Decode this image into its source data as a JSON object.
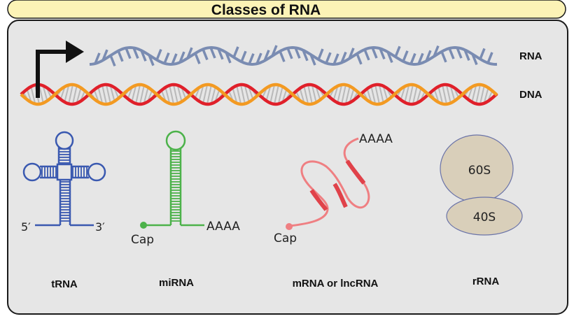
{
  "title": "Classes of RNA",
  "tracks": {
    "rna": "RNA",
    "dna": "DNA"
  },
  "trna": {
    "label": "tRNA",
    "end5": "5′",
    "end3": "3′"
  },
  "mirna": {
    "label": "miRNA",
    "cap": "Cap",
    "tail": "AAAA"
  },
  "mrna": {
    "label": "mRNA or lncRNA",
    "cap": "Cap",
    "tail": "AAAA"
  },
  "rrna": {
    "label": "rRNA",
    "large": "60S",
    "small": "40S"
  },
  "colors": {
    "banner": "#fcf3b6",
    "panel": "#e6e6e6",
    "rna": "#7a8cb2",
    "dna_a": "#e0202a",
    "dna_b": "#f39a22",
    "trna": "#3a59b0",
    "mirna": "#4cb24a",
    "mrna": "#ef7f82",
    "mrna_dark": "#e0424a",
    "ribosome": "#d9cfba"
  }
}
